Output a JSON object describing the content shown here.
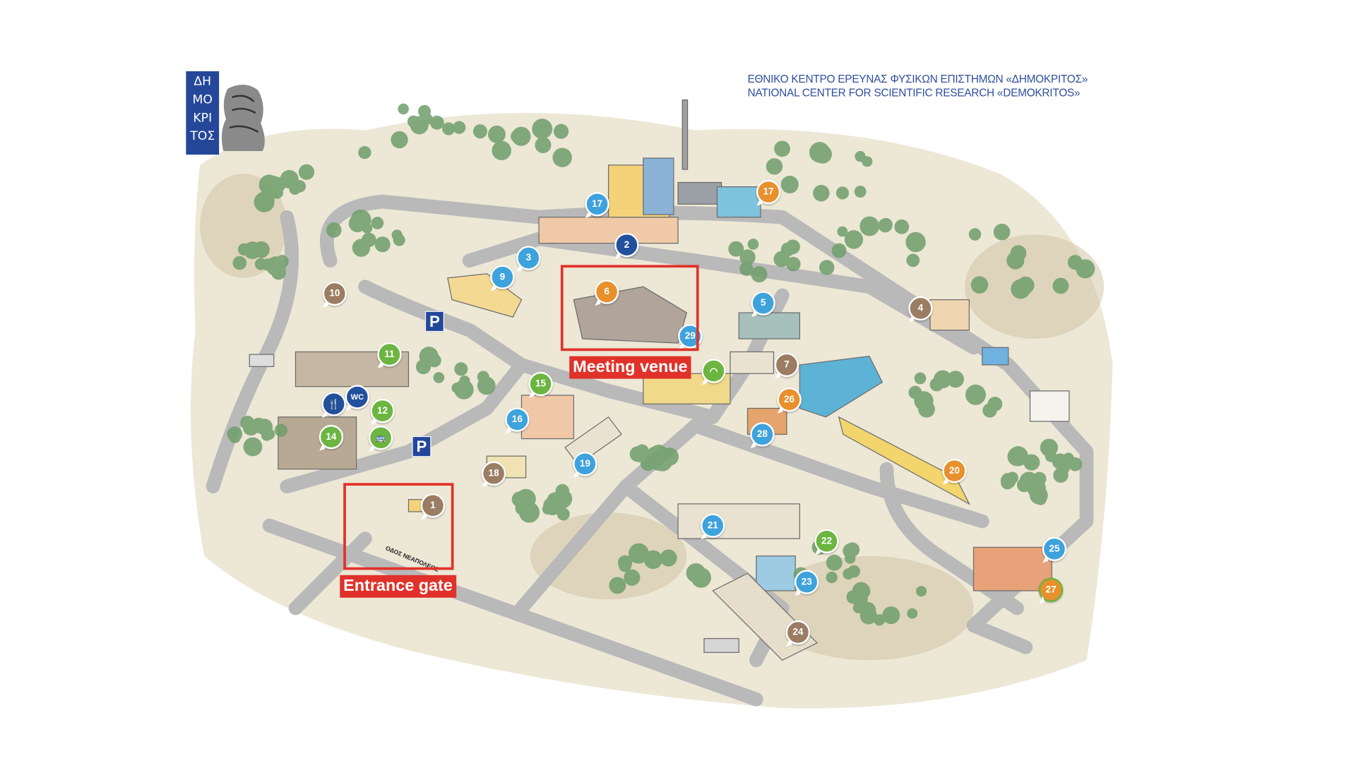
{
  "header": {
    "title_greek": "ΕΘΝΙΚΟ ΚΕΝΤΡΟ ΕΡΕΥΝΑΣ ΦΥΣΙΚΩΝ ΕΠΙΣΤΗΜΩΝ «ΔΗΜΟΚΡΙΤΟΣ»",
    "title_english": "NATIONAL CENTER FOR SCIENTIFIC RESEARCH «DEMOKRITOS»"
  },
  "logo": {
    "lines": [
      "ΔΗ",
      "ΜΟ",
      "ΚΡΙ",
      "ΤΟΣ"
    ]
  },
  "street_name": "ΟΔΟΣ ΝΕΑΠΟΛΕΩΣ",
  "highlights": {
    "meeting_venue": "Meeting venue",
    "entrance_gate": "Entrance gate"
  },
  "parking_label": "P",
  "amenities": {
    "wc": "WC",
    "restaurant": "restaurant-icon",
    "bus": "bus-icon",
    "wifi": "wifi-icon"
  },
  "colors": {
    "blue": "#3ea2dd",
    "dark_blue": "#22509c",
    "orange": "#e8902c",
    "brown": "#9a7d62",
    "green": "#6cb541",
    "highlight": "#e0322a"
  },
  "markers": {
    "m1": "1",
    "m2": "2",
    "m3": "3",
    "m4": "4",
    "m5": "5",
    "m6": "6",
    "m7": "7",
    "m9": "9",
    "m10": "10",
    "m11": "11",
    "m12": "12",
    "m14": "14",
    "m15": "15",
    "m16": "16",
    "m17a": "17",
    "m17b": "17",
    "m18": "18",
    "m19": "19",
    "m20": "20",
    "m21": "21",
    "m22": "22",
    "m23": "23",
    "m24": "24",
    "m25": "25",
    "m26": "26",
    "m27": "27",
    "m28": "28",
    "m29": "29"
  }
}
